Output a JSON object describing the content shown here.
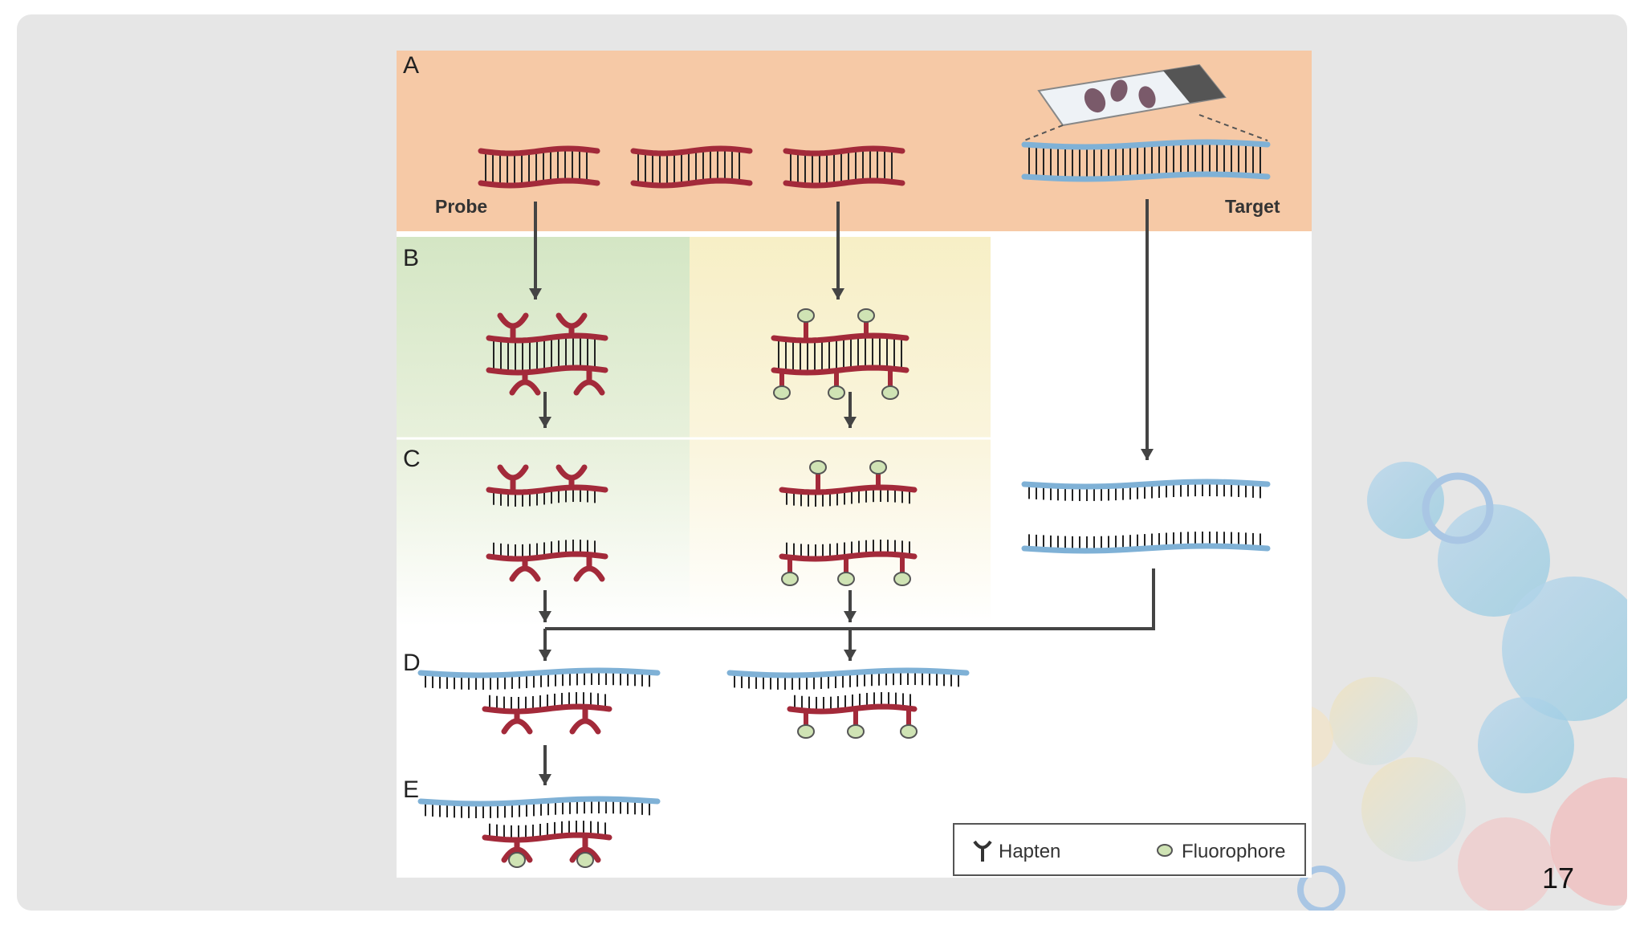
{
  "slide": {
    "page_number": "17"
  },
  "diagram": {
    "panel_labels": [
      "A",
      "B",
      "C",
      "D",
      "E"
    ],
    "probe_label": "Probe",
    "target_label": "Target",
    "legend": {
      "hapten": "Hapten",
      "fluorophore": "Fluorophore"
    }
  },
  "colors": {
    "probe_strand": "#a32a3a",
    "target_strand": "#7fb1d6",
    "base_tick": "#222222",
    "fluorophore_fill": "#cfe3b4",
    "panel_a_bg": "#f6c9a6",
    "arrow": "#444444"
  }
}
